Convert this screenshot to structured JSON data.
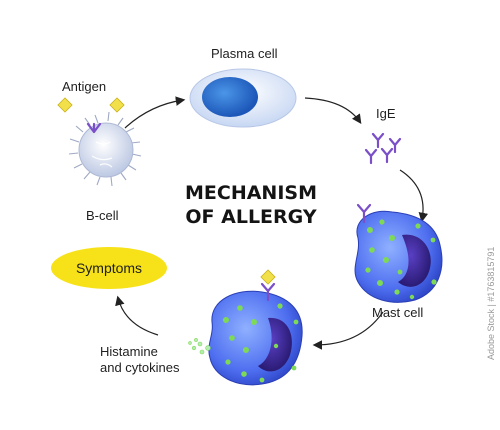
{
  "diagram": {
    "title_line1": "MECHANISM",
    "title_line2": "OF ALLERGY",
    "labels": {
      "plasma_cell": "Plasma cell",
      "antigen": "Antigen",
      "ige": "IgE",
      "b_cell": "B-cell",
      "mast_cell": "Mast cell",
      "symptoms": "Symptoms",
      "histamine_line1": "Histamine",
      "histamine_line2": "and cytokines"
    },
    "colors": {
      "cell_blue": "#4a6ee8",
      "nucleus_purple": "#3c2a9c",
      "granule_green": "#7ed957",
      "antibody_purple": "#7a4fc8",
      "antigen_yellow": "#f2e04a",
      "symptoms_yellow": "#f7e21a",
      "b_cell_gray": "#d6dcec",
      "plasma_nucleus": "#2f6fd0"
    }
  },
  "watermark": {
    "text": "Adobe Stock | #1763815791"
  }
}
